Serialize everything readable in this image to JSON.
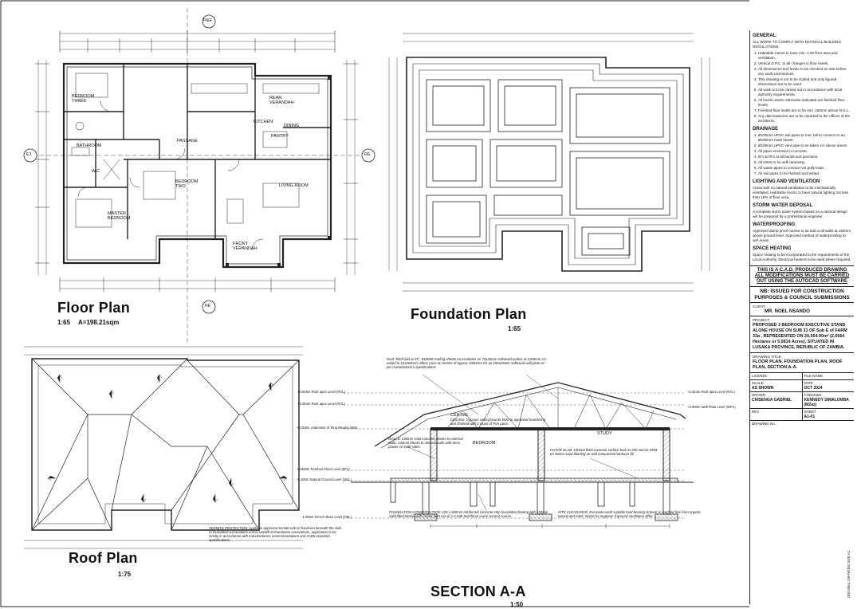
{
  "plans": {
    "floor": {
      "title": "Floor Plan",
      "scale": "1:65",
      "area": "A=198.21sqm"
    },
    "foundation": {
      "title": "Foundation Plan",
      "scale": "1:65"
    },
    "roof": {
      "title": "Roof Plan",
      "scale": "1:75"
    },
    "section": {
      "title": "SECTION A-A",
      "scale": "1:50"
    }
  },
  "section_markers": {
    "top": "P&E",
    "bottom": "FE",
    "left": "E1",
    "right": "RE"
  },
  "rooms": {
    "bedroom_three": "BEDROOM THREE",
    "rear_veranda": "REAR VERANDAH",
    "kitchen": "KITCHEN",
    "pantry": "PANTRY",
    "bathroom": "BATHROOM",
    "passage": "PASSAGE",
    "wc": "W.C",
    "dining": "DINING",
    "bedroom_two": "BEDROOM TWO",
    "living_room": "LIVING ROOM",
    "master_bedroom": "MASTER BEDROOM",
    "front_veranda": "FRONT VERANDAH",
    "study": "STUDY",
    "section_bedroom": "BEDROOM",
    "ceiling": "CEILING"
  },
  "levels": [
    {
      "label": "+4.925m Roof apex Level (RAL)"
    },
    {
      "label": "+4.264m Roof apex Level (RAL)"
    },
    {
      "label": "+4.324m Roof apex Level (RAL)"
    },
    {
      "label": "+3.000m Wall Plate Level (WPL)"
    },
    {
      "label": "+2.000m Underside of Ring Beam/Lintels"
    },
    {
      "label": "+0.600m Finished Floor Level (FFL)"
    },
    {
      "label": "-0.400m Natural Ground Level (NGL)"
    },
    {
      "label": "-1.200m Trench Base Level (TBL)"
    }
  ],
  "section_notes": {
    "roof": "Roof: Pitch laid at 25°, 81MMR roofing sheets on insulation on 75x25mm softwood purlins at 1200mm c/c nailed to 152x50mm rafters truss at centres of approx 1000mm c/c on 150x25mm softwood wall plate as per manufacturers specifications.",
    "ceiling": "CEILING: Gypsum ceiling boards fixed to approved brandering and finished with 2 coats of PVA paint.",
    "walls": "WALLS: 230mm solid concrete blocks to external walls; 140mm blocks to internal walls with 8mm plaster on both sides.",
    "termite": "TERMITE PROTECTION: Apply an approved termite-cide to hardcore beneath the slab, to foundation excavations and to backfill to foundation excavations, application to be strictly in accordance with manufacturers recommendations and ZABS standard specifications.",
    "foundation": "FOUNDATION CONSTRUCTION: 230 x 200mm reinforced concrete strip foundation footing with 150mm solid filled blocks with mortar joint mix of 1:3 with brickforce every second course.",
    "slab": "FLOOR SLAB: 100mm thick concrete surface bed on 250 micron DPM on 50mm sand blinding on well compacted hardcore fill.",
    "site": "SITE CLEARANCE: Excavate earth suitable load bearing stratum is reached free from organic topsoil and roots. Report to engineer if ground conditions differ."
  },
  "general": {
    "heading": "GENERAL",
    "intro": "ALL WORK TO COMPLY WITH NATIONAL BUILDING REGULATIONS.",
    "items": [
      "Habitable rooms to have min. 1.25 floor area and ventilation.",
      "Vertical D.P.C. to all changes in floor levels.",
      "All dimensions and levels to be checked on site before any work commences.",
      "This drawing is not to be scaled and only figured dimensions are to be used.",
      "All work is to be carried out in accordance with local authority requirements.",
      "All levels unless otherwise indicated are finished floor levels.",
      "Finished floor levels are to be min. 150mm above N.G.L.",
      "Any discrepancies are to be reported to the offices of the architects."
    ]
  },
  "drainage": {
    "heading": "DRAINAGE",
    "items": [
      "Ø100mm uPVC soil pipes to min. fall to connect to an Ø160mm main sewer.",
      "Ø100mm uPVC vent pipe to be taken 1m above eaves.",
      "All pipes enclosed in concrete.",
      "IE's & IR's at all bends and junctions.",
      "All inlets to be self-cleansing.",
      "All waste pipes to connect via gully traps.",
      "All soil pipes to be flushed and tested."
    ]
  },
  "lighting": {
    "heading": "LIGHTING AND VENTILATION",
    "text": "Areas with no natural ventilation to be mechanically ventilated. Habitable rooms to have natural lighting not less than 10% of floor area."
  },
  "stormwater": {
    "heading": "STORM WATER DEPOSAL",
    "text": "A complete storm water system based on a rational design will be prepared by a professional engineer."
  },
  "waterproofing": {
    "heading": "WATERPROOFING",
    "text": "Approved damp proof course to be laid in all walls at 150mm above ground level. Approved method of waterproofing to wet areas."
  },
  "space_heating": {
    "heading": "SPACE HEATING",
    "text": "Space heating to be incorporated to the requirements of the Local Authority. Electrical heaters to be used where required."
  },
  "cad_note": "THIS IS A C.A.D. PRODUCED DRAWING ALL MODIFICATIONS MUST BE CARRIED OUT USING THE AUTOCAD SOFTWARE",
  "issue_note": "NB: ISSUED FOR CONSTRUCTION PURPOSES & COUNCIL SUBMISSIONS",
  "title_block": {
    "client_label": "CLIENT",
    "client": "MR. NOEL NSANDO",
    "project_label": "PROJECT",
    "project": "PROPOSED 3 BEDROOM EXECUTIVE STAND ALONE HOUSE ON SUB 31 OF Sub E of FARM 33a , REPRESENTED ON 20,564.00m² (2.0564 Hectares or 5.0814 Acres), SITUATED IN LUSAKA PROVINCE, REPUBLIC OF ZAMBIA.",
    "drawing_title_label": "DRAWING TITLE",
    "drawing_title": "FLOOR PLAN, FOUNDATION PLAN, ROOF PLAN, SECTION A-A.",
    "scale_label": "SCALE",
    "scale": "AS SHOWN",
    "date_label": "DATE",
    "date": "OCT 2024",
    "drawn_label": "DRAWN",
    "drawn": "CHISENGA GABRIEL",
    "checked_label": "CHECKED",
    "checked": "KENNEDY SIMALUMBA (MZaz)",
    "rev_label": "REV",
    "sheet_label": "SHEET",
    "sheet": "A1-01",
    "drawing_no_label": "DRAWING No.",
    "license_label": "LICENSE",
    "filename_label": "FILE NAME"
  },
  "vertical_text": "ORIGINAL DRAWING SIZE A1"
}
